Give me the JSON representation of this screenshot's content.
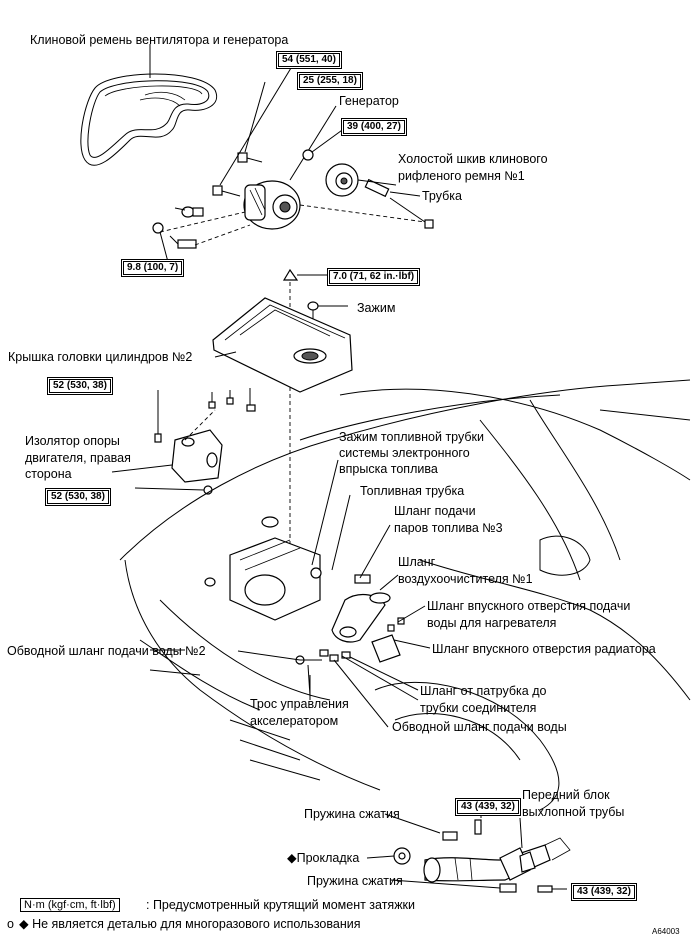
{
  "labels": {
    "fan_belt": "Клиновой ремень вентилятора и генератора",
    "generator": "Генератор",
    "idler_pulley_1": "Холостой шкив клинового",
    "idler_pulley_2": "рифленого ремня №1",
    "tube": "Трубка",
    "clip": "Зажим",
    "cylinder_head_cover": "Крышка головки цилиндров №2",
    "engine_mount_1": "Изолятор опоры",
    "engine_mount_2": "двигателя, правая",
    "engine_mount_3": "сторона",
    "fuel_clip_1": "Зажим топливной трубки",
    "fuel_clip_2": "системы электронного",
    "fuel_clip_3": "впрыска топлива",
    "fuel_tube": "Топливная трубка",
    "vapor_hose_1": "Шланг подачи",
    "vapor_hose_2": "паров топлива №3",
    "air_hose_1": "Шланг",
    "air_hose_2": "воздухоочистителя №1",
    "heater_hose_1": "Шланг впускного отверстия подачи",
    "heater_hose_2": "воды для нагревателя",
    "radiator_hose": "Шланг впускного отверстия радиатора",
    "bypass_hose_2": "Обводной шланг подачи воды №2",
    "pipe_hose_1": "Шланг от патрубка до",
    "pipe_hose_2": "трубки соединителя",
    "throttle_cable_1": "Трос управления",
    "throttle_cable_2": "акселератором",
    "bypass_hose": "Обводной шланг подачи воды",
    "spring_top": "Пружина сжатия",
    "exhaust_1": "Передний блок",
    "exhaust_2": "выхлопной трубы",
    "gasket": "◆Прокладка",
    "spring_bottom": "Пружина сжатия"
  },
  "torques": {
    "t1": "54 (551, 40)",
    "t2": "25 (255, 18)",
    "t3": "39 (400, 27)",
    "t4": "9.8 (100, 7)",
    "t5": "7.0 (71, 62 in.·lbf)",
    "t6": "52 (530, 38)",
    "t7": "52 (530, 38)",
    "t8": "43 (439, 32)",
    "t9": "43 (439, 32)"
  },
  "legend": {
    "unit_box": "N·m (kgf·cm, ft·lbf)",
    "unit_text": ": Предусмотренный крутящий момент затяжки",
    "non_reusable": "◆ Не является деталью для многоразового использования",
    "corner_mark": "o"
  },
  "figure_id": "A64003"
}
